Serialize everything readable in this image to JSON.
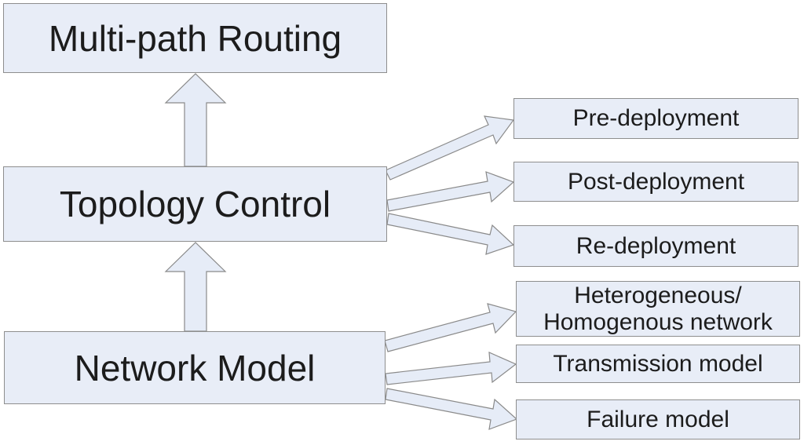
{
  "diagram": {
    "main_nodes": [
      {
        "id": "multi-path-routing",
        "label": "Multi-path Routing"
      },
      {
        "id": "topology-control",
        "label": "Topology Control"
      },
      {
        "id": "network-model",
        "label": "Network Model"
      }
    ],
    "sub_nodes": [
      {
        "id": "pre-deployment",
        "label": "Pre-deployment",
        "parent": "topology-control"
      },
      {
        "id": "post-deployment",
        "label": "Post-deployment",
        "parent": "topology-control"
      },
      {
        "id": "re-deployment",
        "label": "Re-deployment",
        "parent": "topology-control"
      },
      {
        "id": "heterogeneous-homogenous-network",
        "lines": [
          "Heterogeneous/",
          "Homogenous network"
        ],
        "parent": "network-model"
      },
      {
        "id": "transmission-model",
        "label": "Transmission model",
        "parent": "network-model"
      },
      {
        "id": "failure-model",
        "label": "Failure model",
        "parent": "network-model"
      }
    ],
    "flow_arrows": [
      {
        "from": "network-model",
        "to": "topology-control",
        "direction": "up"
      },
      {
        "from": "topology-control",
        "to": "multi-path-routing",
        "direction": "up"
      },
      {
        "from": "topology-control",
        "to": "pre-deployment",
        "direction": "right"
      },
      {
        "from": "topology-control",
        "to": "post-deployment",
        "direction": "right"
      },
      {
        "from": "topology-control",
        "to": "re-deployment",
        "direction": "right"
      },
      {
        "from": "network-model",
        "to": "heterogeneous-homogenous-network",
        "direction": "right"
      },
      {
        "from": "network-model",
        "to": "transmission-model",
        "direction": "right"
      },
      {
        "from": "network-model",
        "to": "failure-model",
        "direction": "right"
      }
    ]
  },
  "colors": {
    "box_fill": "#e8edf7",
    "box_border": "#8e8e8e",
    "arrow_fill": "#e6ecf7",
    "arrow_border": "#8a8a8a",
    "text": "#1c1c1c",
    "background": "#ffffff"
  }
}
